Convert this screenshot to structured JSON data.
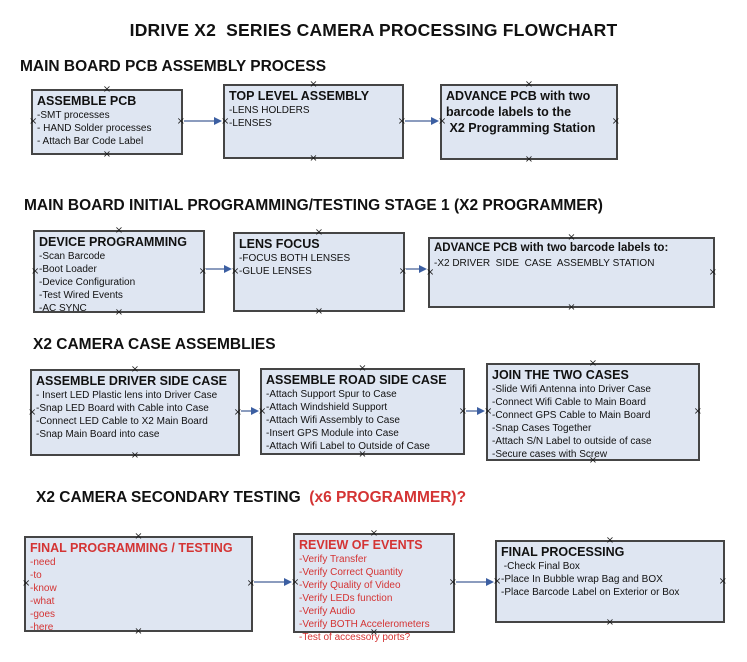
{
  "title": "IDRIVE X2  SERIES CAMERA PROCESSING FLOWCHART",
  "handle_glyph": "×",
  "colors": {
    "text": "#111111",
    "red": "#d43434",
    "box_fill": "#dfe6f2",
    "box_border": "#454545",
    "arrow_line": "#8b9cbe",
    "arrow_head": "#3c5fa2"
  },
  "sections": [
    {
      "heading": "MAIN BOARD PCB ASSEMBLY PROCESS"
    },
    {
      "heading": "MAIN BOARD INITIAL PROGRAMMING/TESTING STAGE 1 (X2 PROGRAMMER)"
    },
    {
      "heading": "X2 CAMERA CASE ASSEMBLIES"
    },
    {
      "heading": "X2 CAMERA SECONDARY TESTING ",
      "heading_suffix": " (x6 PROGRAMMER)?"
    }
  ],
  "boxes": [
    {
      "title": "ASSEMBLE PCB",
      "items": [
        "-SMT processes",
        "- HAND Solder processes",
        "- Attach Bar Code Label"
      ]
    },
    {
      "title": "TOP LEVEL ASSEMBLY",
      "items": [
        "-LENS HOLDERS",
        "-LENSES"
      ]
    },
    {
      "title": "ADVANCE PCB with two\nbarcode labels to the\n X2 Programming Station",
      "items": []
    },
    {
      "title": "DEVICE PROGRAMMING",
      "items": [
        "-Scan Barcode",
        "-Boot Loader",
        "-Device Configuration",
        "-Test Wired Events",
        "-AC SYNC"
      ]
    },
    {
      "title": "LENS FOCUS",
      "items": [
        "-FOCUS BOTH LENSES",
        "-GLUE LENSES"
      ]
    },
    {
      "title": "ADVANCE PCB with two barcode labels to:",
      "items": [
        "-X2 DRIVER  SIDE  CASE  ASSEMBLY STATION"
      ]
    },
    {
      "title": "ASSEMBLE DRIVER SIDE CASE",
      "items": [
        "- Insert LED Plastic lens into Driver Case",
        "-Snap LED Board with Cable into Case",
        "-Connect LED Cable to X2 Main Board",
        "-Snap Main Board into case"
      ]
    },
    {
      "title": "ASSEMBLE ROAD SIDE CASE",
      "items": [
        "-Attach Support Spur to Case",
        "-Attach Windshield Support",
        "-Attach Wifi Assembly to Case",
        "-Insert GPS Module into Case",
        "-Attach Wifi Label to Outside of Case"
      ]
    },
    {
      "title": "JOIN THE TWO CASES",
      "items": [
        "-Slide Wifi Antenna into Driver Case",
        "-Connect Wifi Cable to Main Board",
        "-Connect GPS Cable to Main Board",
        "-Snap Cases Together",
        "-Attach S/N Label to outside of case",
        "-Secure cases with Screw"
      ]
    },
    {
      "title": "FINAL PROGRAMMING / TESTING",
      "variant": "red",
      "items": [
        "-need",
        "-to",
        "-know",
        "-what",
        "-goes",
        "-here"
      ]
    },
    {
      "title": "REVIEW OF EVENTS",
      "variant": "red",
      "items": [
        "-Verify Transfer",
        "-Verify Correct Quantity",
        "-Verify Quality of Video",
        "-Verify LEDs function",
        "-Verify Audio",
        "-Verify BOTH Accelerometers",
        "-Test of accessory ports?"
      ]
    },
    {
      "title": "FINAL PROCESSING",
      "items": [
        " -Check Final Box",
        "-Place In Bubble wrap Bag and BOX",
        "-Place Barcode Label on Exterior or Box"
      ]
    }
  ]
}
